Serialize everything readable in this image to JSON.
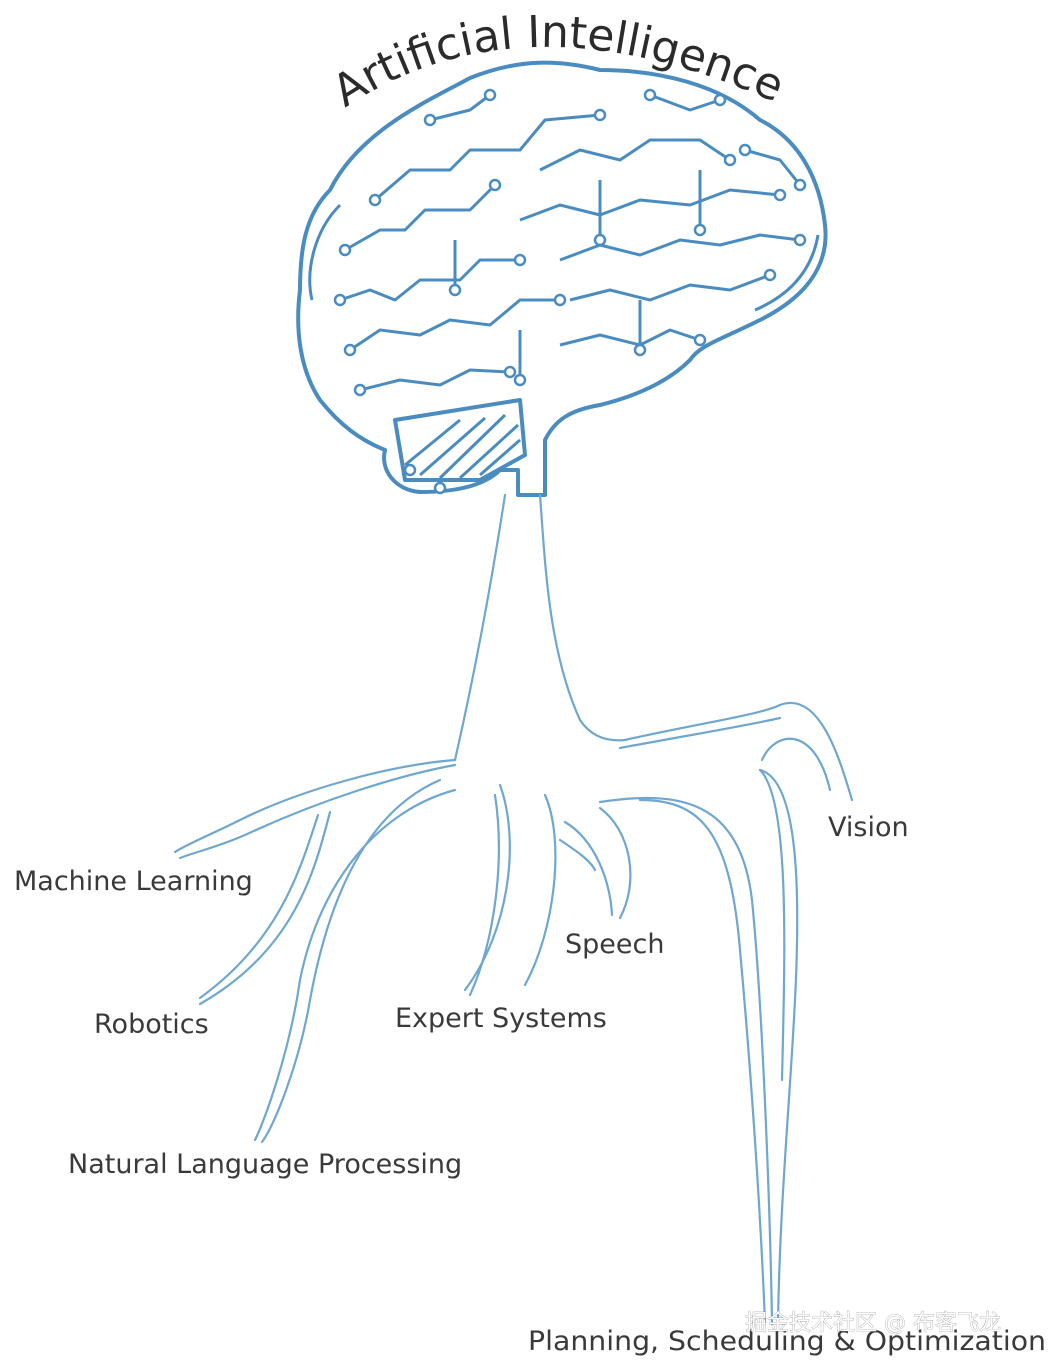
{
  "diagram": {
    "title": "Artificial Intelligence",
    "branches": [
      {
        "id": "machine-learning",
        "label": "Machine Learning"
      },
      {
        "id": "robotics",
        "label": "Robotics"
      },
      {
        "id": "natural-language-processing",
        "label": "Natural Language Processing"
      },
      {
        "id": "expert-systems",
        "label": "Expert Systems"
      },
      {
        "id": "speech",
        "label": "Speech"
      },
      {
        "id": "vision",
        "label": "Vision"
      },
      {
        "id": "planning",
        "label": "Planning, Scheduling & Optimization"
      }
    ],
    "watermark": "掘金技术社区 @ 布客飞龙"
  },
  "colors": {
    "brain": "#4a8cc0",
    "roots": "#6fa7cf",
    "text": "#3a3a3a"
  },
  "icons": [
    "circuit-brain-icon"
  ]
}
